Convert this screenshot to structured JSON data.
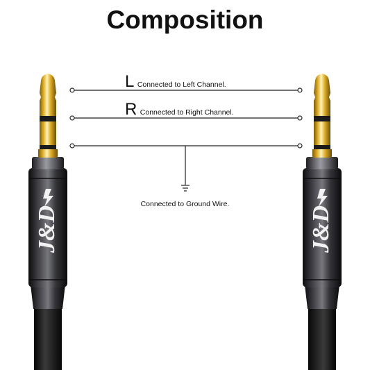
{
  "title": "Composition",
  "brand_mark": "J&D",
  "channels": [
    {
      "letter": "L",
      "text": "Connected to Left Channel."
    },
    {
      "letter": "R",
      "text": "Connected to Right Channel."
    }
  ],
  "ground": {
    "text": "Connected to Ground Wire.",
    "icon": "ground-symbol-icon"
  },
  "colors": {
    "gold": "#d9a720",
    "housing": "#2b2b2e",
    "cable": "#141414",
    "line": "#222222"
  }
}
